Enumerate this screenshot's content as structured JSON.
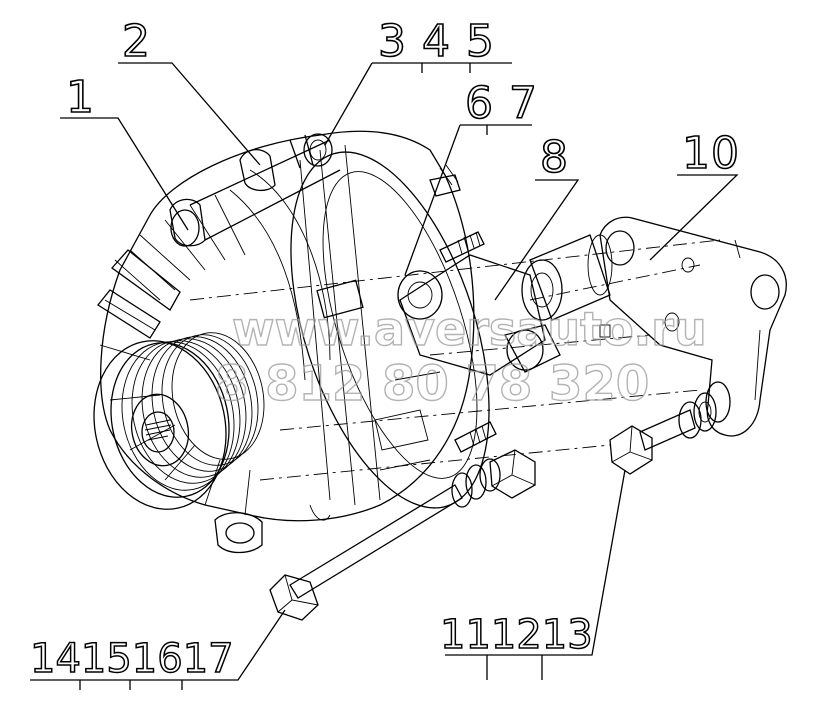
{
  "callouts": {
    "c1": "1",
    "c2": "2",
    "c345": "3 4 5",
    "c67": "6 7",
    "c8": "8",
    "c10": "10",
    "c14to17": "14151617",
    "c11to13": "111213"
  },
  "watermark": {
    "site": "www.aversauto.ru",
    "phone": "8 812 80 78 320"
  },
  "colors": {
    "ink": "#000000",
    "paper": "#ffffff",
    "watermark": "#9a9a9a"
  }
}
